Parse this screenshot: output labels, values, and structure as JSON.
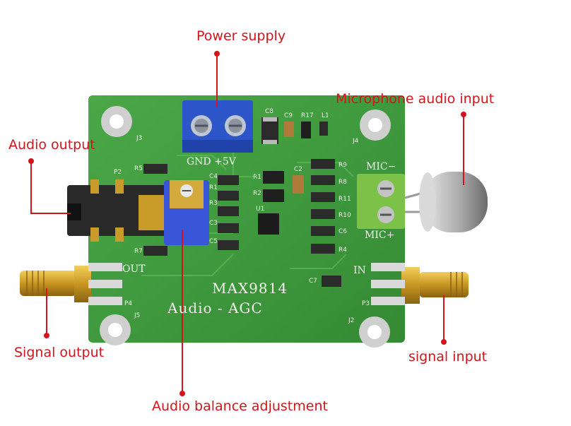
{
  "callouts": {
    "power_supply": "Power supply",
    "microphone_audio_input": "Microphone audio input",
    "audio_output": "Audio output",
    "signal_output": "Signal output",
    "signal_input": "signal input",
    "audio_balance_adjustment": "Audio balance adjustment"
  },
  "silkscreen": {
    "chip_name": "MAX9814",
    "board_function": "Audio - AGC",
    "power_terminal": "GND +5V",
    "mic_minus": "MIC−",
    "mic_plus": "MIC+",
    "out_label": "OUT",
    "in_label": "IN",
    "j2": "J2",
    "j3": "J3",
    "j4": "J4",
    "j5": "J5",
    "p2": "P2",
    "p3": "P3",
    "p4": "P4",
    "r1": "R1",
    "r2": "R2",
    "r3": "R3",
    "r4": "R4",
    "r5": "R5",
    "r7": "R7",
    "r8": "R8",
    "r9": "R9",
    "r10": "R10",
    "r11": "R11",
    "r17": "R17",
    "c2": "C2",
    "c3": "C3",
    "c4": "C4",
    "c5": "C5",
    "c6": "C6",
    "c7": "C7",
    "c8": "C8",
    "c9": "C9",
    "u1": "U1",
    "l1": "L1"
  },
  "colors": {
    "callout": "#d4141c",
    "pcb": "#3f9b3c",
    "silkscreen": "#eef3ea",
    "screw_terminal": "#2b55c9",
    "mic_terminal": "#7cc248",
    "gold": "#d7a62c",
    "potentiometer": "#3a56d8"
  }
}
